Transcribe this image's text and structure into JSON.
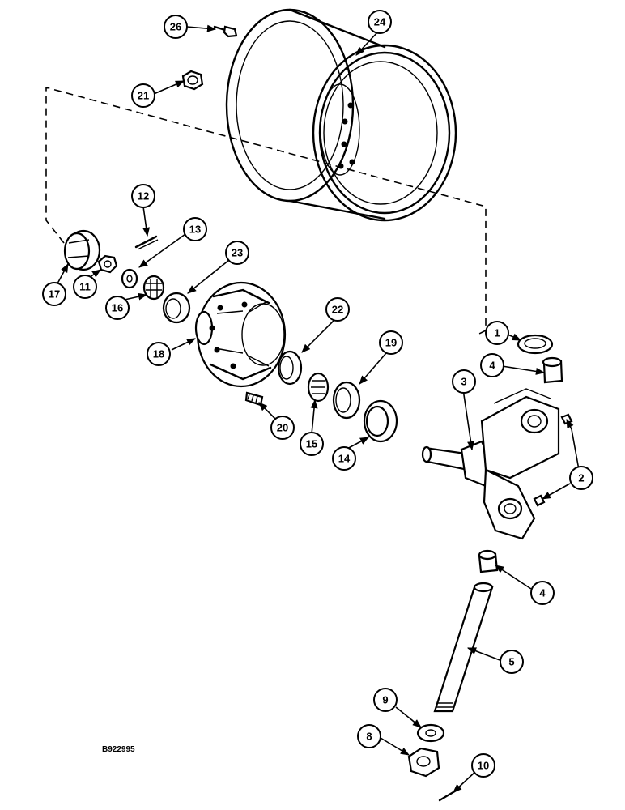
{
  "reference_code": "B922995",
  "callouts": [
    "1",
    "2",
    "3",
    "4",
    "4",
    "5",
    "8",
    "9",
    "10",
    "11",
    "12",
    "13",
    "14",
    "15",
    "16",
    "17",
    "18",
    "19",
    "20",
    "21",
    "22",
    "23",
    "24",
    "26"
  ]
}
